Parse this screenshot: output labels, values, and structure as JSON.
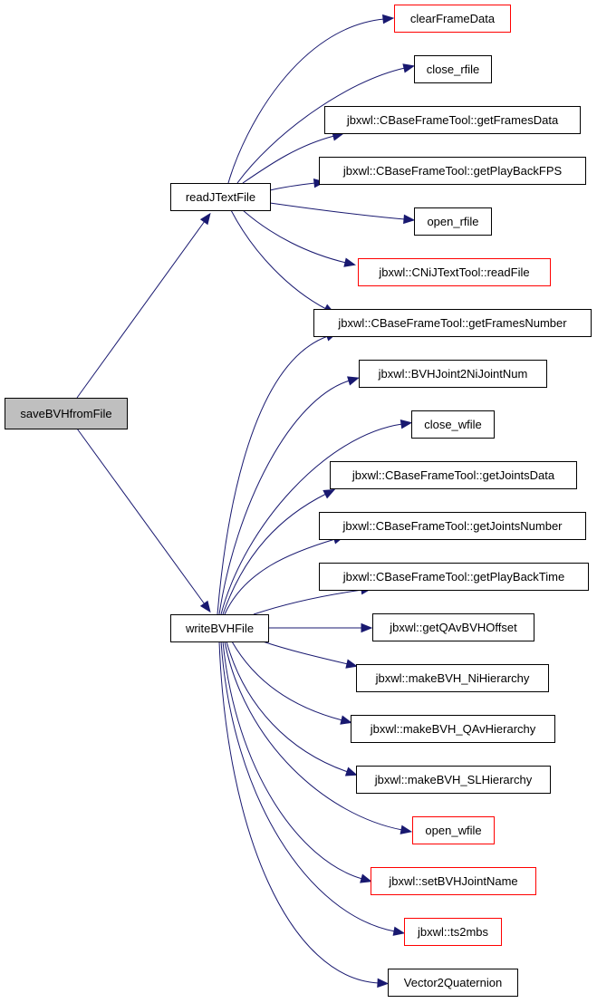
{
  "graph": {
    "nodes": [
      {
        "id": "saveBVHfromFile",
        "label": "saveBVHfromFile",
        "style": "root"
      },
      {
        "id": "readJTextFile",
        "label": "readJTextFile",
        "style": "normal"
      },
      {
        "id": "writeBVHFile",
        "label": "writeBVHFile",
        "style": "normal"
      },
      {
        "id": "clearFrameData",
        "label": "clearFrameData",
        "style": "red"
      },
      {
        "id": "close_rfile",
        "label": "close_rfile",
        "style": "normal"
      },
      {
        "id": "getFramesData",
        "label": "jbxwl::CBaseFrameTool::getFramesData",
        "style": "normal"
      },
      {
        "id": "getPlayBackFPS",
        "label": "jbxwl::CBaseFrameTool::getPlayBackFPS",
        "style": "normal"
      },
      {
        "id": "open_rfile",
        "label": "open_rfile",
        "style": "normal"
      },
      {
        "id": "readFile",
        "label": "jbxwl::CNiJTextTool::readFile",
        "style": "red"
      },
      {
        "id": "getFramesNumber",
        "label": "jbxwl::CBaseFrameTool::getFramesNumber",
        "style": "normal"
      },
      {
        "id": "BVHJoint2NiJointNum",
        "label": "jbxwl::BVHJoint2NiJointNum",
        "style": "normal"
      },
      {
        "id": "close_wfile",
        "label": "close_wfile",
        "style": "normal"
      },
      {
        "id": "getJointsData",
        "label": "jbxwl::CBaseFrameTool::getJointsData",
        "style": "normal"
      },
      {
        "id": "getJointsNumber",
        "label": "jbxwl::CBaseFrameTool::getJointsNumber",
        "style": "normal"
      },
      {
        "id": "getPlayBackTime",
        "label": "jbxwl::CBaseFrameTool::getPlayBackTime",
        "style": "normal"
      },
      {
        "id": "getQAvBVHOffset",
        "label": "jbxwl::getQAvBVHOffset",
        "style": "normal"
      },
      {
        "id": "makeBVH_NiHierarchy",
        "label": "jbxwl::makeBVH_NiHierarchy",
        "style": "normal"
      },
      {
        "id": "makeBVH_QAvHierarchy",
        "label": "jbxwl::makeBVH_QAvHierarchy",
        "style": "normal"
      },
      {
        "id": "makeBVH_SLHierarchy",
        "label": "jbxwl::makeBVH_SLHierarchy",
        "style": "normal"
      },
      {
        "id": "open_wfile",
        "label": "open_wfile",
        "style": "red"
      },
      {
        "id": "setBVHJointName",
        "label": "jbxwl::setBVHJointName",
        "style": "red"
      },
      {
        "id": "ts2mbs",
        "label": "jbxwl::ts2mbs",
        "style": "red"
      },
      {
        "id": "Vector2Quaternion",
        "label": "Vector2Quaternion",
        "style": "normal"
      }
    ],
    "edges": [
      {
        "from": "saveBVHfromFile",
        "to": "readJTextFile"
      },
      {
        "from": "saveBVHfromFile",
        "to": "writeBVHFile"
      },
      {
        "from": "readJTextFile",
        "to": "clearFrameData"
      },
      {
        "from": "readJTextFile",
        "to": "close_rfile"
      },
      {
        "from": "readJTextFile",
        "to": "getFramesData"
      },
      {
        "from": "readJTextFile",
        "to": "getPlayBackFPS"
      },
      {
        "from": "readJTextFile",
        "to": "open_rfile"
      },
      {
        "from": "readJTextFile",
        "to": "readFile"
      },
      {
        "from": "readJTextFile",
        "to": "getFramesNumber"
      },
      {
        "from": "writeBVHFile",
        "to": "getFramesNumber"
      },
      {
        "from": "writeBVHFile",
        "to": "BVHJoint2NiJointNum"
      },
      {
        "from": "writeBVHFile",
        "to": "close_wfile"
      },
      {
        "from": "writeBVHFile",
        "to": "getJointsData"
      },
      {
        "from": "writeBVHFile",
        "to": "getJointsNumber"
      },
      {
        "from": "writeBVHFile",
        "to": "getPlayBackTime"
      },
      {
        "from": "writeBVHFile",
        "to": "getQAvBVHOffset"
      },
      {
        "from": "writeBVHFile",
        "to": "makeBVH_NiHierarchy"
      },
      {
        "from": "writeBVHFile",
        "to": "makeBVH_QAvHierarchy"
      },
      {
        "from": "writeBVHFile",
        "to": "makeBVH_SLHierarchy"
      },
      {
        "from": "writeBVHFile",
        "to": "open_wfile"
      },
      {
        "from": "writeBVHFile",
        "to": "setBVHJointName"
      },
      {
        "from": "writeBVHFile",
        "to": "ts2mbs"
      },
      {
        "from": "writeBVHFile",
        "to": "Vector2Quaternion"
      }
    ],
    "colors": {
      "edge": "#191970",
      "normal_border": "#000000",
      "red_border": "#ff0000",
      "root_fill": "#bfbfbf"
    }
  }
}
